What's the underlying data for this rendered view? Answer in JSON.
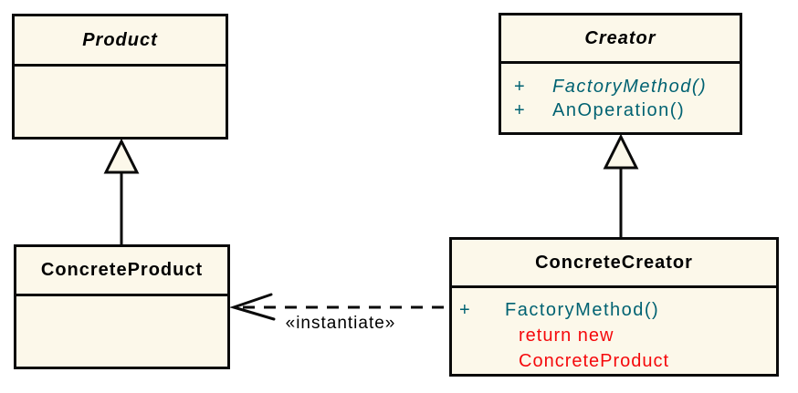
{
  "colors": {
    "background": "#FFFFFF",
    "box_fill": "#FCF8EA",
    "box_border": "#0A0A0A",
    "method_text": "#006272",
    "annotation_text": "#F5090C",
    "title_text": "#000000"
  },
  "classes": {
    "product": {
      "name": "Product",
      "abstract": true,
      "methods": []
    },
    "creator": {
      "name": "Creator",
      "abstract": true,
      "methods": [
        {
          "visibility": "+",
          "name": "FactoryMethod()",
          "abstract": true
        },
        {
          "visibility": "+",
          "name": "AnOperation()",
          "abstract": false
        }
      ]
    },
    "concrete_product": {
      "name": "ConcreteProduct",
      "abstract": false,
      "methods": []
    },
    "concrete_creator": {
      "name": "ConcreteCreator",
      "abstract": false,
      "methods": [
        {
          "visibility": "+",
          "name": "FactoryMethod()",
          "abstract": false
        }
      ],
      "annotation_lines": [
        "return new",
        "ConcreteProduct"
      ]
    }
  },
  "relations": {
    "product_generalization": "ConcreteProduct --|> Product",
    "creator_generalization": "ConcreteCreator --|> Creator",
    "instantiate_label": "«instantiate»"
  }
}
